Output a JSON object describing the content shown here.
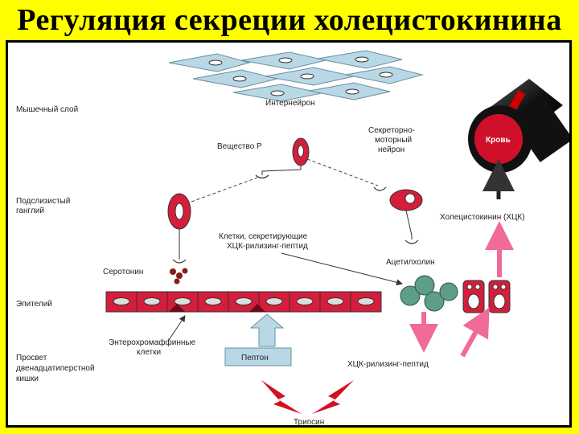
{
  "title": "Регуляция секреции холецистокинина",
  "labels": {
    "muscle_layer": "Мышечный слой",
    "interneuron": "Интернейрон",
    "substance_p": "Вещество P",
    "secretomotor_neuron": [
      "Секреторно-",
      "моторный",
      "нейрон"
    ],
    "blood": "Кровь",
    "submucosal_ganglion": [
      "Подслизистый",
      "ганглий"
    ],
    "cck": "Холецистокинин (ХЦК)",
    "releasing_cells": [
      "Клетки, секретирующие",
      "ХЦК-рилизинг-пептид"
    ],
    "serotonin": "Серотонин",
    "acetylcholine": "Ацетилхолин",
    "epithelium": "Эпителий",
    "enterochromaffin_cells": [
      "Энтерохромаффинные",
      "клетки"
    ],
    "lumen": [
      "Просвет",
      "двенадцатиперстной",
      "кишки"
    ],
    "peptone": "Пептон",
    "cck_releasing_peptide": "ХЦК-рилизинг-пептид",
    "trypsin": "Трипсин"
  },
  "colors": {
    "cell_red": "#d41e3c",
    "muscle_blue": "#b9d8e6",
    "arrow_pink": "#f06a9a",
    "bolt_red": "#d41020",
    "green_cell": "#5f9e86"
  }
}
